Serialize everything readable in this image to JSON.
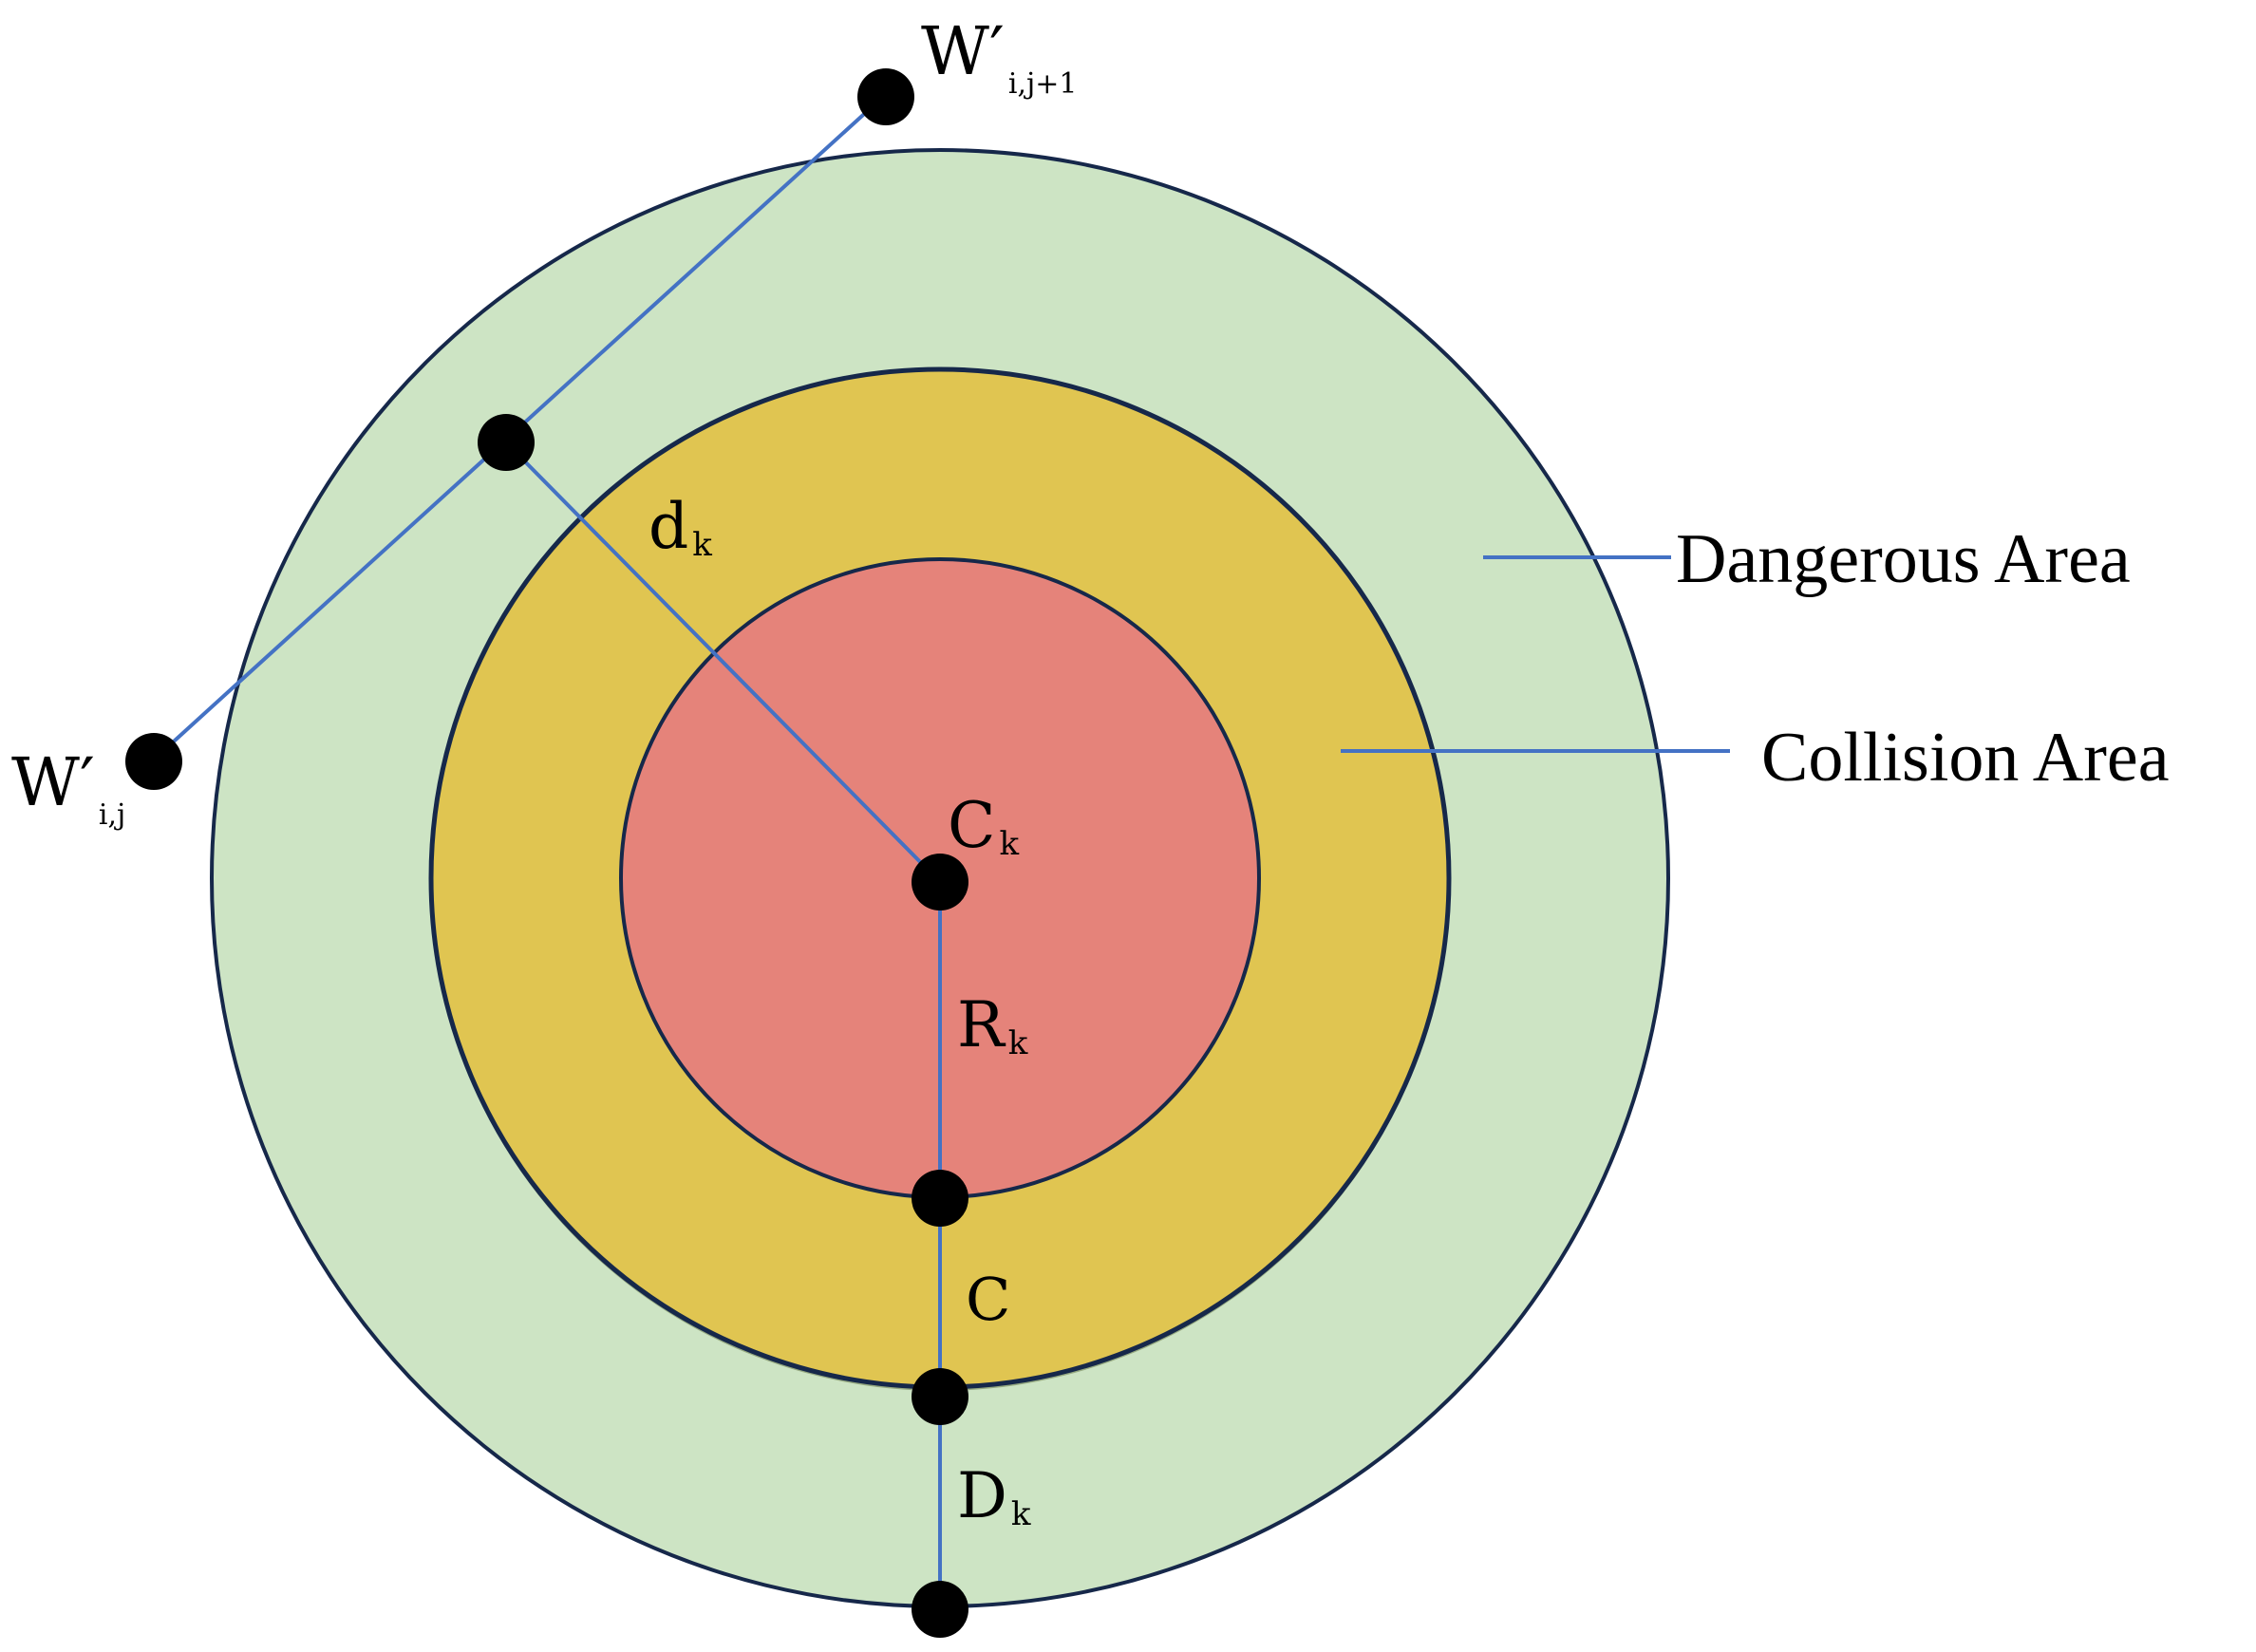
{
  "colors": {
    "dangerous_fill": "#cde4c4",
    "collision_fill": "#e0c551",
    "obstacle_fill": "#e5837a",
    "circle_stroke": "#16284a",
    "line": "#4472c4",
    "point": "#000000"
  },
  "labels": {
    "dangerous_area": "Dangerous Area",
    "collision_area": "Collision Area",
    "d": {
      "base": "d",
      "sub": "k"
    },
    "C_center": {
      "base": "C",
      "sub": "k"
    },
    "R": {
      "base": "R",
      "sub": "k"
    },
    "C_gap": "C",
    "D": {
      "base": "D",
      "sub": "k"
    },
    "W_next": {
      "base": "W′",
      "sub": "i,j+1"
    },
    "W_curr": {
      "base": "W′",
      "sub": "i,j"
    }
  }
}
